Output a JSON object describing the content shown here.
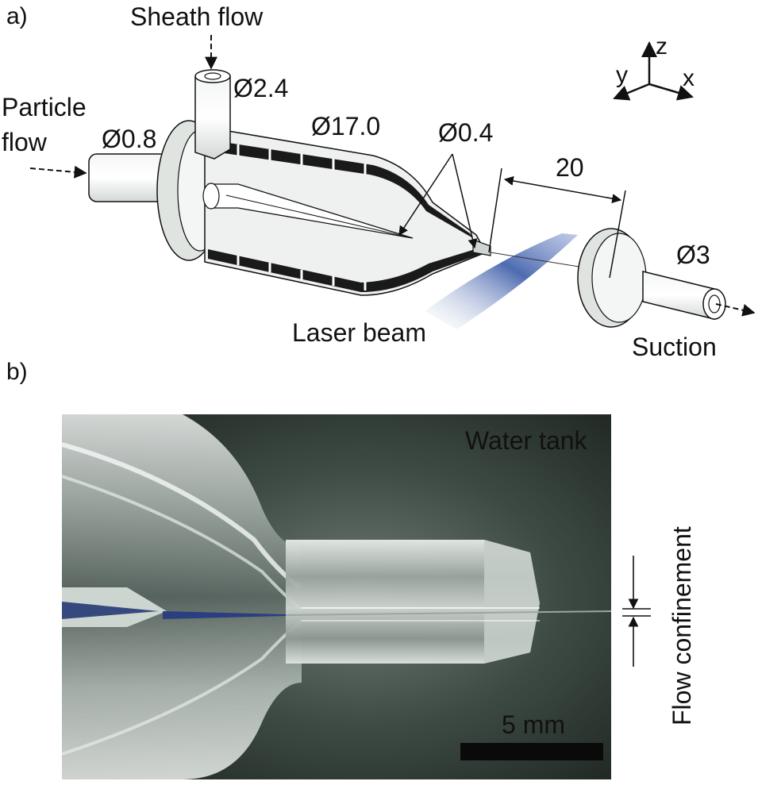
{
  "panel_a": {
    "label": "a)",
    "sheath_flow": "Sheath flow",
    "particle_flow_line1": "Particle",
    "particle_flow_line2": "flow",
    "dia_sheath": "Ø2.4",
    "dia_inlet": "Ø0.8",
    "dia_body": "Ø17.0",
    "dia_nozzle": "Ø0.4",
    "distance": "20",
    "dia_suction": "Ø3",
    "laser_beam": "Laser beam",
    "suction": "Suction",
    "axes": {
      "z": "z",
      "y": "y",
      "x": "x"
    }
  },
  "panel_b": {
    "label": "b)",
    "water_tank": "Water tank",
    "flow_confinement": "Flow confinement",
    "scale_bar": "5 mm"
  },
  "colors": {
    "outline": "#111111",
    "body_fill": "#e8ecea",
    "wall_dark": "#1a1a1a",
    "laser": "#3b5ba8",
    "photo_bg": "#2c3a33"
  }
}
